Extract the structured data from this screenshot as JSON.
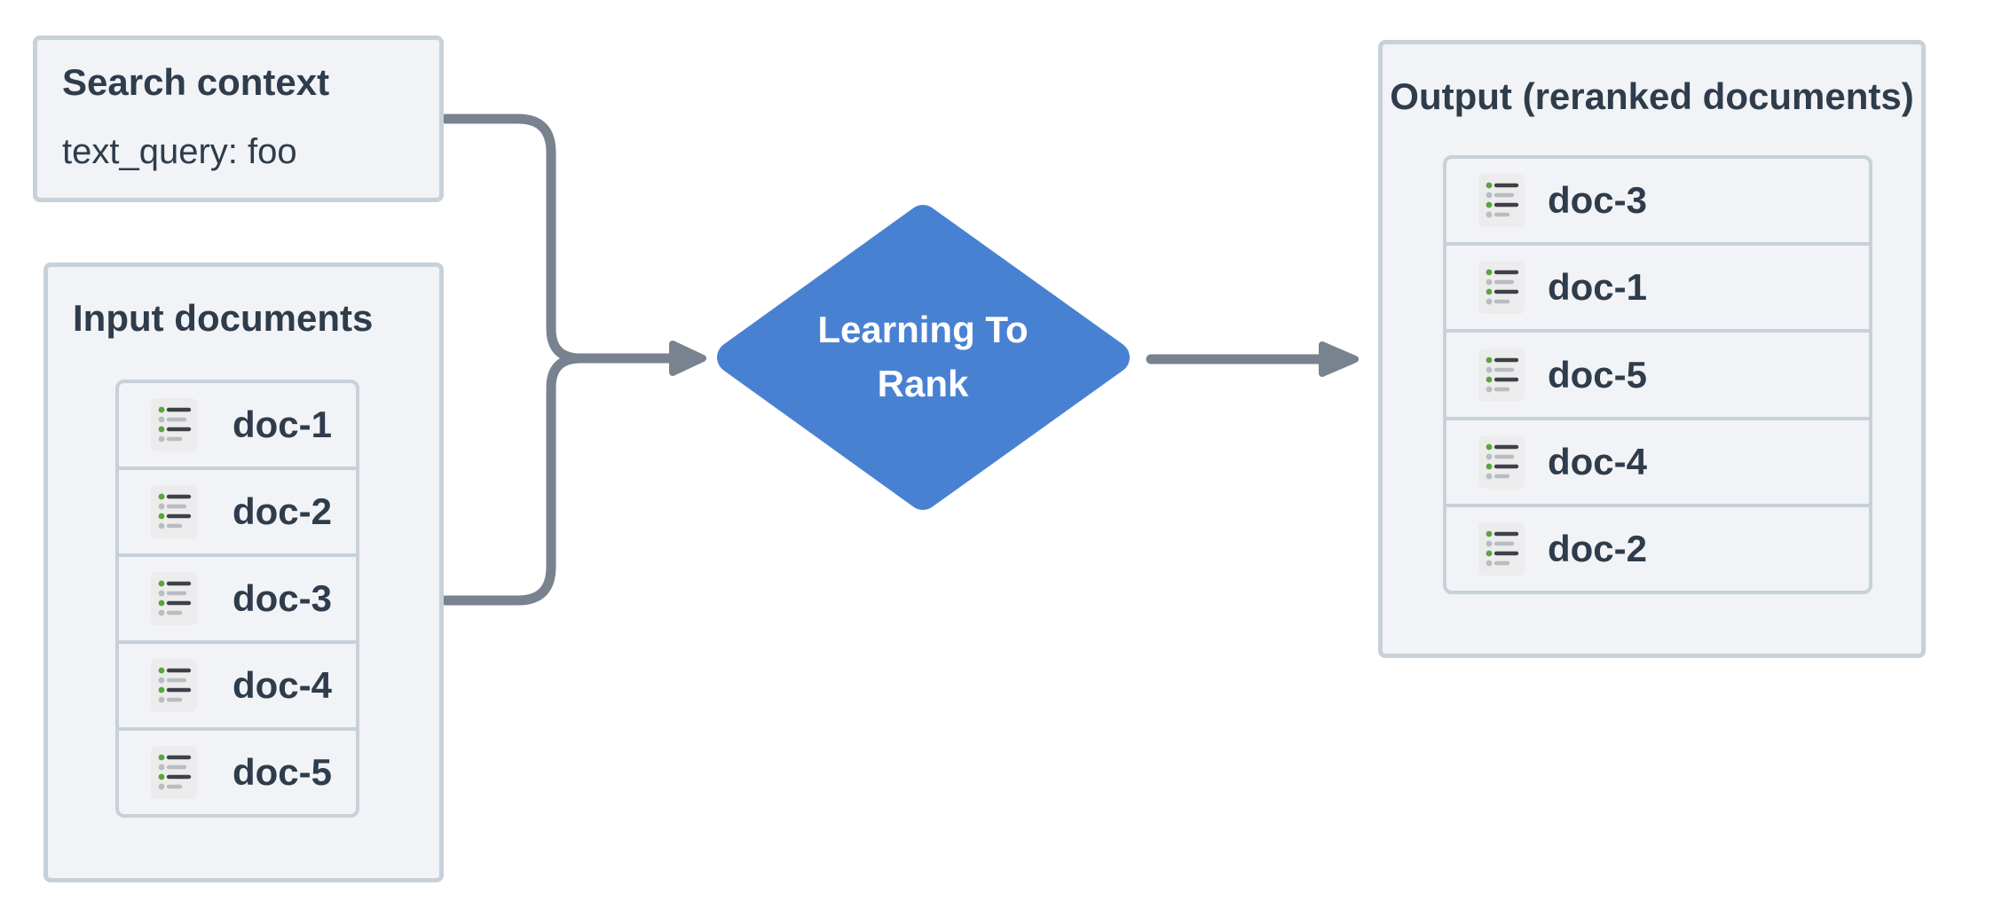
{
  "search_context": {
    "title": "Search context",
    "query": "text_query: foo"
  },
  "input_documents": {
    "title": "Input documents",
    "docs": [
      "doc-1",
      "doc-2",
      "doc-3",
      "doc-4",
      "doc-5"
    ]
  },
  "process_node": {
    "label": "Learning To Rank",
    "label_lines": [
      "Learning To",
      "Rank"
    ]
  },
  "output_documents": {
    "title": "Output (reranked documents)",
    "docs": [
      "doc-3",
      "doc-1",
      "doc-5",
      "doc-4",
      "doc-2"
    ]
  },
  "icons": {
    "doc_icon": "document-list-icon"
  },
  "colors": {
    "accent_blue": "#4981d2",
    "arrow_gray": "#79828f",
    "box_fill": "#f1f3f6",
    "box_border": "#c7d1da",
    "text_dark": "#2e3c4b",
    "icon_bg": "#ececed",
    "icon_green": "#5aa43c",
    "icon_line_dark": "#3d4147",
    "icon_line_gray": "#b9bcc0",
    "diamond_text": "#ffffff"
  }
}
